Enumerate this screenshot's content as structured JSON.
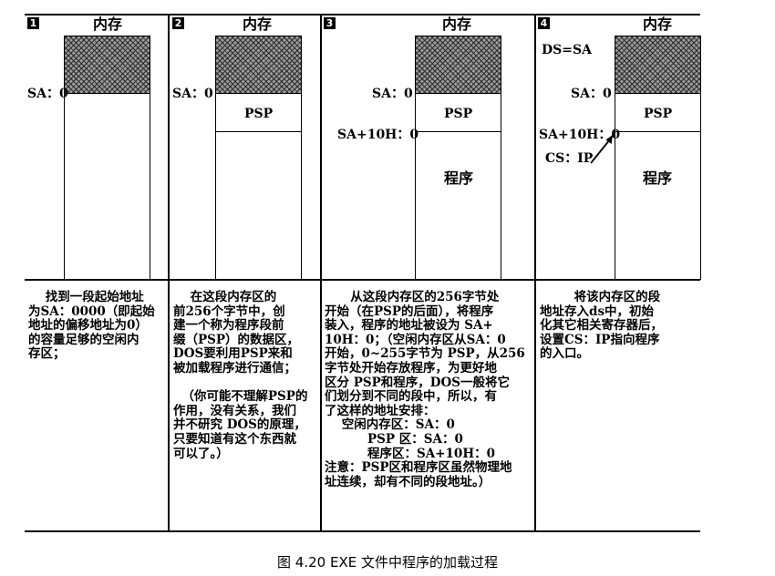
{
  "panels": [
    {
      "number": "1",
      "title": "内存",
      "labels": [
        "SA：0"
      ],
      "desc": "    找到一段起始地址\n为SA：0000（即起始\n地址的偏移地址为0）\n的容量足够的空闲内\n存区；"
    },
    {
      "number": "2",
      "title": "内存",
      "labels": [
        "SA：0",
        "PSP"
      ],
      "desc": "    在这段内存区的\n前256个字节中，创\n建一个称为程序段前\n缀（PSP）的数据区，\nDOS要利用PSP来和\n被加载程序进行通信；\n\n  （你可能不理解PSP的\n作用，没有关系，我们\n并不研究 DOS的原理，\n只要知道有这个东西就\n可以了。）"
    },
    {
      "number": "3",
      "title": "内存",
      "labels": [
        "SA：0",
        "PSP",
        "SA+10H：0",
        "程序"
      ],
      "desc": "      从这段内存区的256字节处\n开始（在PSP的后面），将程序\n装入，程序的地址被设为 SA+\n10H：0；（空闲内存区从SA：0\n开始，0~255字节为 PSP，从256\n字节处开始存放程序，为更好地\n区分 PSP和程序，DOS一般将它\n们划分到不同的段中，所以，有\n了这样的地址安排：\n    空闲内存区：SA：0\n          PSP 区：SA：0\n          程序区：SA+10H：0\n注意：PSP区和程序区虽然物理地\n址连续，却有不同的段地址。）"
    },
    {
      "number": "4",
      "title": "内存",
      "labels": [
        "DS=SA",
        "SA：0",
        "PSP",
        "SA+10H：0",
        "CS：IP",
        "程序"
      ],
      "desc": "        将该内存区的段\n地址存入ds中，初始\n化其它相关寄存器后，\n设置CS：IP指向程序\n的入口。"
    }
  ],
  "caption": "图 4.20    EXE 文件中程序的加载过程"
}
